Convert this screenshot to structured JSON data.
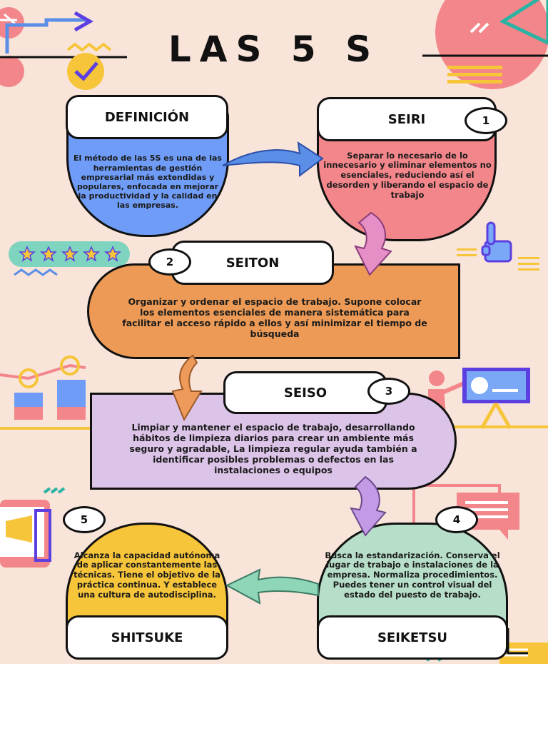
{
  "title": "LAS 5 S",
  "definicion": {
    "label": "DEFINICIÓN",
    "text": "El método de las 5S es una de las herramientas de gestión empresarial más extendidas y populares, enfocada en mejorar la productividad y la calidad en las empresas."
  },
  "steps": [
    {
      "number": "1",
      "label": "SEIRI",
      "text": "Separar lo necesario de lo innecesario y eliminar elementos no esenciales, reduciendo así el desorden y liberando el espacio de trabajo"
    },
    {
      "number": "2",
      "label": "SEITON",
      "text": "Organizar y ordenar el espacio de trabajo. Supone colocar los elementos esenciales de manera sistemática para facilitar el acceso rápido a ellos y así minimizar el tiempo de búsqueda"
    },
    {
      "number": "3",
      "label": "SEISO",
      "text": "Limpiar y mantener el espacio de trabajo, desarrollando hábitos de limpieza diarios para crear un ambiente más seguro y agradable, La limpieza regular ayuda también a identificar posibles problemas o defectos en las instalaciones o equipos"
    },
    {
      "number": "4",
      "label": "SEIKETSU",
      "text": "Busca la estandarización. Conserva el lugar de trabajo e instalaciones de la empresa. Normaliza procedimientos. Puedes tener un control visual del estado del puesto de trabajo."
    },
    {
      "number": "5",
      "label": "SHITSUKE",
      "text": "Alcanza la capacidad autónoma de aplicar constantemente las técnicas. Tiene el objetivo de la práctica continua. Y establece una cultura de autodisciplina."
    }
  ],
  "colors": {
    "background": "#f9e4da",
    "definicion": "#6e9cf6",
    "seiri": "#f3868a",
    "seiton": "#ec9a55",
    "seiso": "#dcc4e8",
    "seiketsu": "#b6dec8",
    "shitsuke": "#f7c53a",
    "arrow_blue": "#5b8ee6",
    "arrow_pink": "#e58fc6",
    "arrow_orange": "#ee9a5a",
    "arrow_purple": "#c39ae6",
    "arrow_green": "#8fd6b8"
  },
  "icons": [
    "rating-stars-icon",
    "pointing-hand-icon",
    "presenter-icon",
    "bar-chart-icon",
    "checkmark-icon",
    "megaphone-icon",
    "chat-bubble-icon"
  ]
}
